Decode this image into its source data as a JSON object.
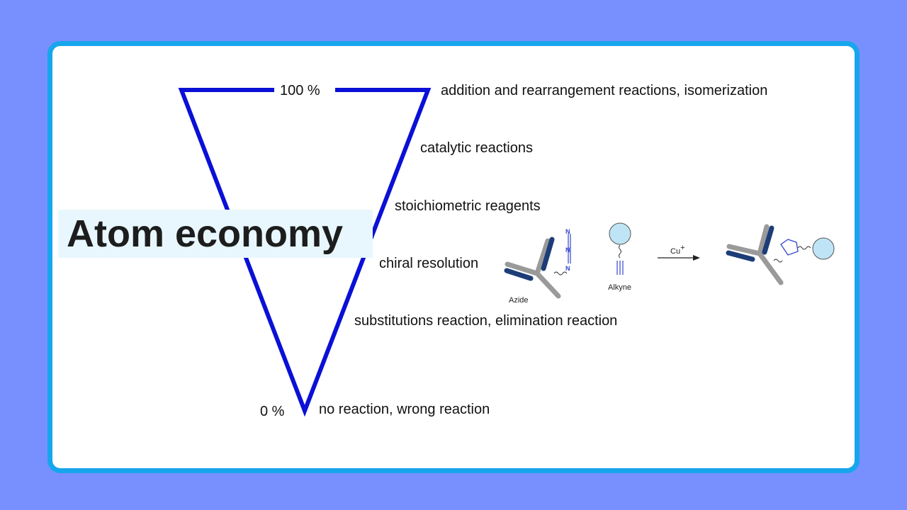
{
  "title": "Atom economy",
  "scale": {
    "top_label": "100 %",
    "bottom_label": "0 %"
  },
  "reaction_types": [
    "addition and rearrangement reactions, isomerization",
    "catalytic reactions",
    "stoichiometric reagents",
    "chiral resolution",
    "substitutions reaction, elimination reaction",
    "no reaction, wrong reaction"
  ],
  "scheme": {
    "azide_label": "Azide",
    "alkyne_label": "Alkyne",
    "catalyst_label": "Cu",
    "catalyst_charge": "+",
    "azide_atoms": [
      "N",
      "N",
      "N"
    ]
  },
  "colors": {
    "background": "#788ffe",
    "card_border": "#17a6ec",
    "funnel": "#0a10d6",
    "title_box": "#e8f7fe",
    "antibody_gray": "#9a9a9a",
    "antibody_dark": "#1d3d78",
    "bead": "#bfe4f6"
  }
}
